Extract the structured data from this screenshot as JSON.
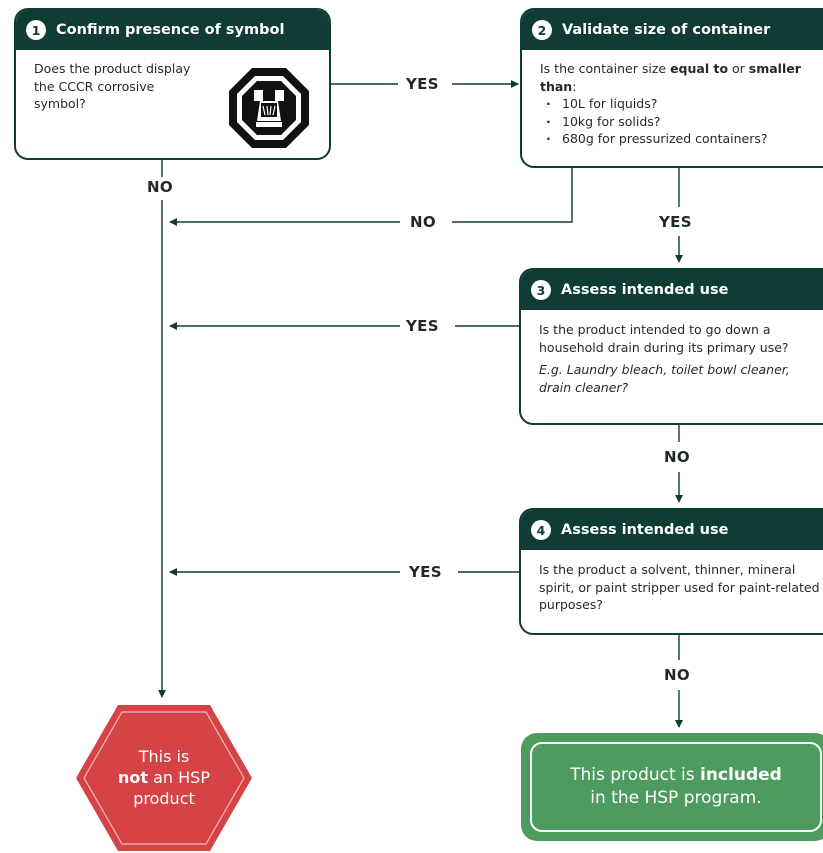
{
  "step1": {
    "number": "1",
    "title": "Confirm presence of symbol",
    "question": "Does the product display the CCCR corrosive symbol?"
  },
  "step2": {
    "number": "2",
    "title": "Validate size of container",
    "question_start": "Is the container size ",
    "question_bold1": "equal to",
    "question_mid": " or ",
    "question_bold2": "smaller than",
    "question_end": ":",
    "items": [
      "10L for liquids?",
      "10kg for solids?",
      "680g for pressurized containers?"
    ]
  },
  "step3": {
    "number": "3",
    "title": "Assess intended use",
    "question": "Is the product intended to go down a household drain during its primary use?",
    "example": "E.g. Laundry bleach, toilet bowl cleaner, drain cleaner?"
  },
  "step4": {
    "number": "4",
    "title": "Assess intended use",
    "question": "Is the product a solvent, thinner, mineral spirit, or paint stripper used for paint-related purposes?"
  },
  "labels": {
    "yes": "YES",
    "no": "NO"
  },
  "outcome_not": {
    "line1": "This is",
    "bold": "not",
    "after_bold": " an HSP",
    "line3": "product"
  },
  "outcome_included": {
    "before_bold": "This product is ",
    "bold": "included",
    "line2": "in the HSP program."
  },
  "colors": {
    "primary": "#0f3d36",
    "excluded": "#d64347",
    "included": "#4e9b5f"
  }
}
